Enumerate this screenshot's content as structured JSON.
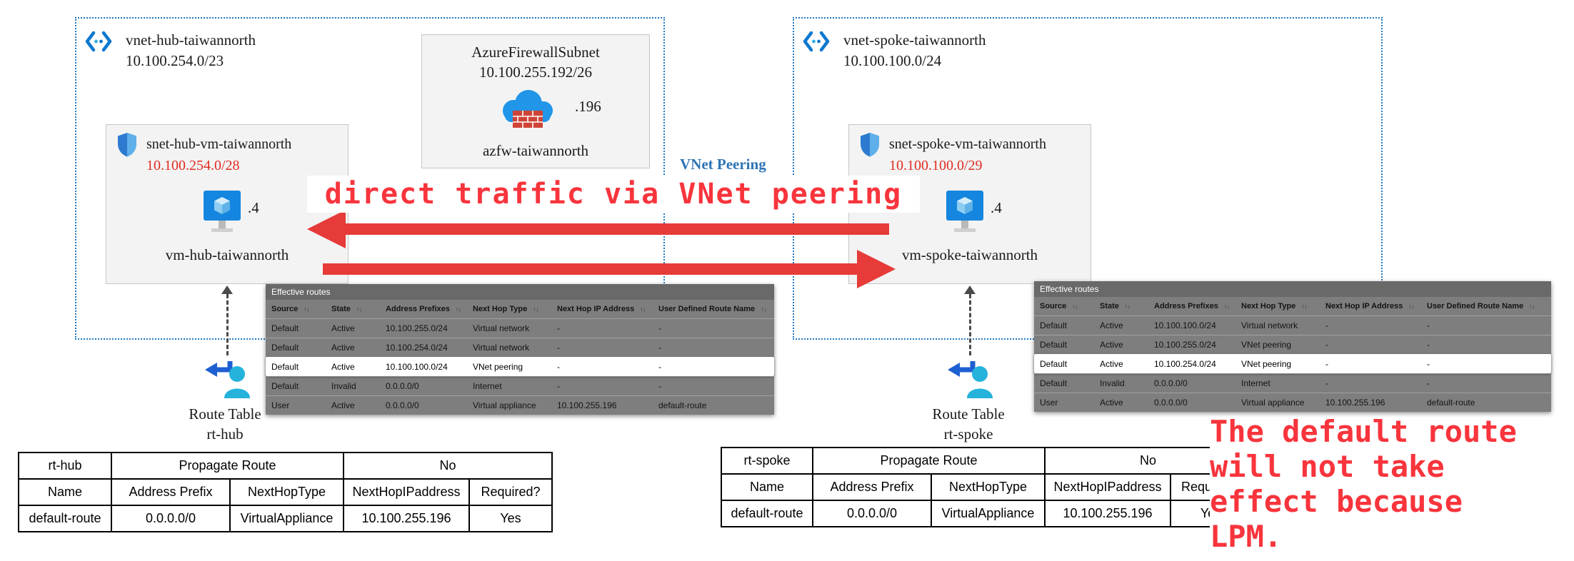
{
  "hub": {
    "vnet_name": "vnet-hub-taiwannorth",
    "vnet_cidr": "10.100.254.0/23",
    "firewall_subnet": {
      "title": "AzureFirewallSubnet",
      "cidr": "10.100.255.192/26",
      "ip": ".196",
      "name": "azfw-taiwannorth"
    },
    "subnet": {
      "title": "snet-hub-vm-taiwannorth",
      "cidr": "10.100.254.0/28",
      "vm_ip": ".4",
      "vm_name": "vm-hub-taiwannorth"
    },
    "route_table": {
      "label": "Route Table",
      "name": "rt-hub"
    }
  },
  "spoke": {
    "vnet_name": "vnet-spoke-taiwannorth",
    "vnet_cidr": "10.100.100.0/24",
    "subnet": {
      "title": "snet-spoke-vm-taiwannorth",
      "cidr": "10.100.100.0/29",
      "vm_ip": ".4",
      "vm_name": "vm-spoke-taiwannorth"
    },
    "route_table": {
      "label": "Route Table",
      "name": "rt-spoke"
    }
  },
  "peering_label": "VNet Peering",
  "annotations": {
    "direct_traffic": "direct traffic via VNet peering",
    "lpm": [
      "The default route",
      "will not take",
      "effect because",
      "LPM."
    ]
  },
  "colors": {
    "accent_red": "#f8343c",
    "arrow_red": "#e63b38",
    "azure_blue": "#1486df",
    "cidr_red": "#e02b20",
    "peering_blue": "#2e75b6",
    "vnet_border_blue": "#1f78c1"
  },
  "effective_routes_hub": {
    "title": "Effective routes",
    "sort_icon": "↑↓",
    "columns": [
      "Source",
      "State",
      "Address Prefixes",
      "Next Hop Type",
      "Next Hop IP Address",
      "User Defined Route Name"
    ],
    "highlight_index": 2,
    "rows": [
      [
        "Default",
        "Active",
        "10.100.255.0/24",
        "Virtual network",
        "-",
        "-"
      ],
      [
        "Default",
        "Active",
        "10.100.254.0/24",
        "Virtual network",
        "-",
        "-"
      ],
      [
        "Default",
        "Active",
        "10.100.100.0/24",
        "VNet peering",
        "-",
        "-"
      ],
      [
        "Default",
        "Invalid",
        "0.0.0.0/0",
        "Internet",
        "-",
        "-"
      ],
      [
        "User",
        "Active",
        "0.0.0.0/0",
        "Virtual appliance",
        "10.100.255.196",
        "default-route"
      ]
    ]
  },
  "effective_routes_spoke": {
    "title": "Effective routes",
    "sort_icon": "↑↓",
    "columns": [
      "Source",
      "State",
      "Address Prefixes",
      "Next Hop Type",
      "Next Hop IP Address",
      "User Defined Route Name"
    ],
    "highlight_index": 2,
    "rows": [
      [
        "Default",
        "Active",
        "10.100.100.0/24",
        "Virtual network",
        "-",
        "-"
      ],
      [
        "Default",
        "Active",
        "10.100.255.0/24",
        "VNet peering",
        "-",
        "-"
      ],
      [
        "Default",
        "Active",
        "10.100.254.0/24",
        "VNet peering",
        "-",
        "-"
      ],
      [
        "Default",
        "Invalid",
        "0.0.0.0/0",
        "Internet",
        "-",
        "-"
      ],
      [
        "User",
        "Active",
        "0.0.0.0/0",
        "Virtual appliance",
        "10.100.255.196",
        "default-route"
      ]
    ]
  },
  "rt_hub_table": {
    "name": "rt-hub",
    "propagate_label": "Propagate Route",
    "propagate_value": "No",
    "columns": [
      "Name",
      "Address Prefix",
      "NextHopType",
      "NextHopIPaddress",
      "Required?"
    ],
    "rows": [
      [
        "default-route",
        "0.0.0.0/0",
        "VirtualAppliance",
        "10.100.255.196",
        "Yes"
      ]
    ]
  },
  "rt_spoke_table": {
    "name": "rt-spoke",
    "propagate_label": "Propagate Route",
    "propagate_value": "No",
    "columns": [
      "Name",
      "Address Prefix",
      "NextHopType",
      "NextHopIPaddress",
      "Required?"
    ],
    "rows": [
      [
        "default-route",
        "0.0.0.0/0",
        "VirtualAppliance",
        "10.100.255.196",
        "Yes"
      ]
    ]
  }
}
